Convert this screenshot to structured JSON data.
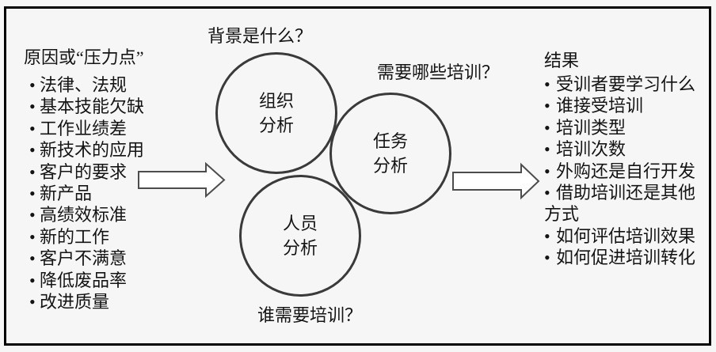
{
  "diagram": {
    "bullet_glyph": "•",
    "left_panel": {
      "title": "原因或“压力点”",
      "items": [
        "法律、法规",
        "基本技能欠缺",
        "工作业绩差",
        "新技术的应用",
        "客户的要求",
        "新产品",
        "高绩效标准",
        "新的工作",
        "客户不满意",
        "降低废品率",
        "改进质量"
      ]
    },
    "labels": {
      "top": "背景是什么？",
      "right": "需要哪些培训？",
      "bottom": "谁需要培训？"
    },
    "circles": [
      {
        "line1": "组织",
        "line2": "分析"
      },
      {
        "line1": "任务",
        "line2": "分析"
      },
      {
        "line1": "人员",
        "line2": "分析"
      }
    ],
    "right_panel": {
      "title": "结果",
      "items": [
        {
          "text": "受训者要学习什么",
          "bullet": true
        },
        {
          "text": "谁接受培训",
          "bullet": true
        },
        {
          "text": "培训类型",
          "bullet": true
        },
        {
          "text": "培训次数",
          "bullet": true
        },
        {
          "text": "外购还是自行开发",
          "bullet": true
        },
        {
          "text": "借助培训还是其他",
          "bullet": true
        },
        {
          "text": "方式",
          "bullet": false
        },
        {
          "text": "如何评估培训效果",
          "bullet": true
        },
        {
          "text": "如何促进培训转化",
          "bullet": true
        }
      ]
    },
    "colors": {
      "background": "#f6f6f6",
      "border": "#000000",
      "circle_stroke": "#3a3a3a",
      "arrow_fill": "#ffffff",
      "arrow_stroke": "#4d4d4d",
      "text": "#141414"
    }
  }
}
